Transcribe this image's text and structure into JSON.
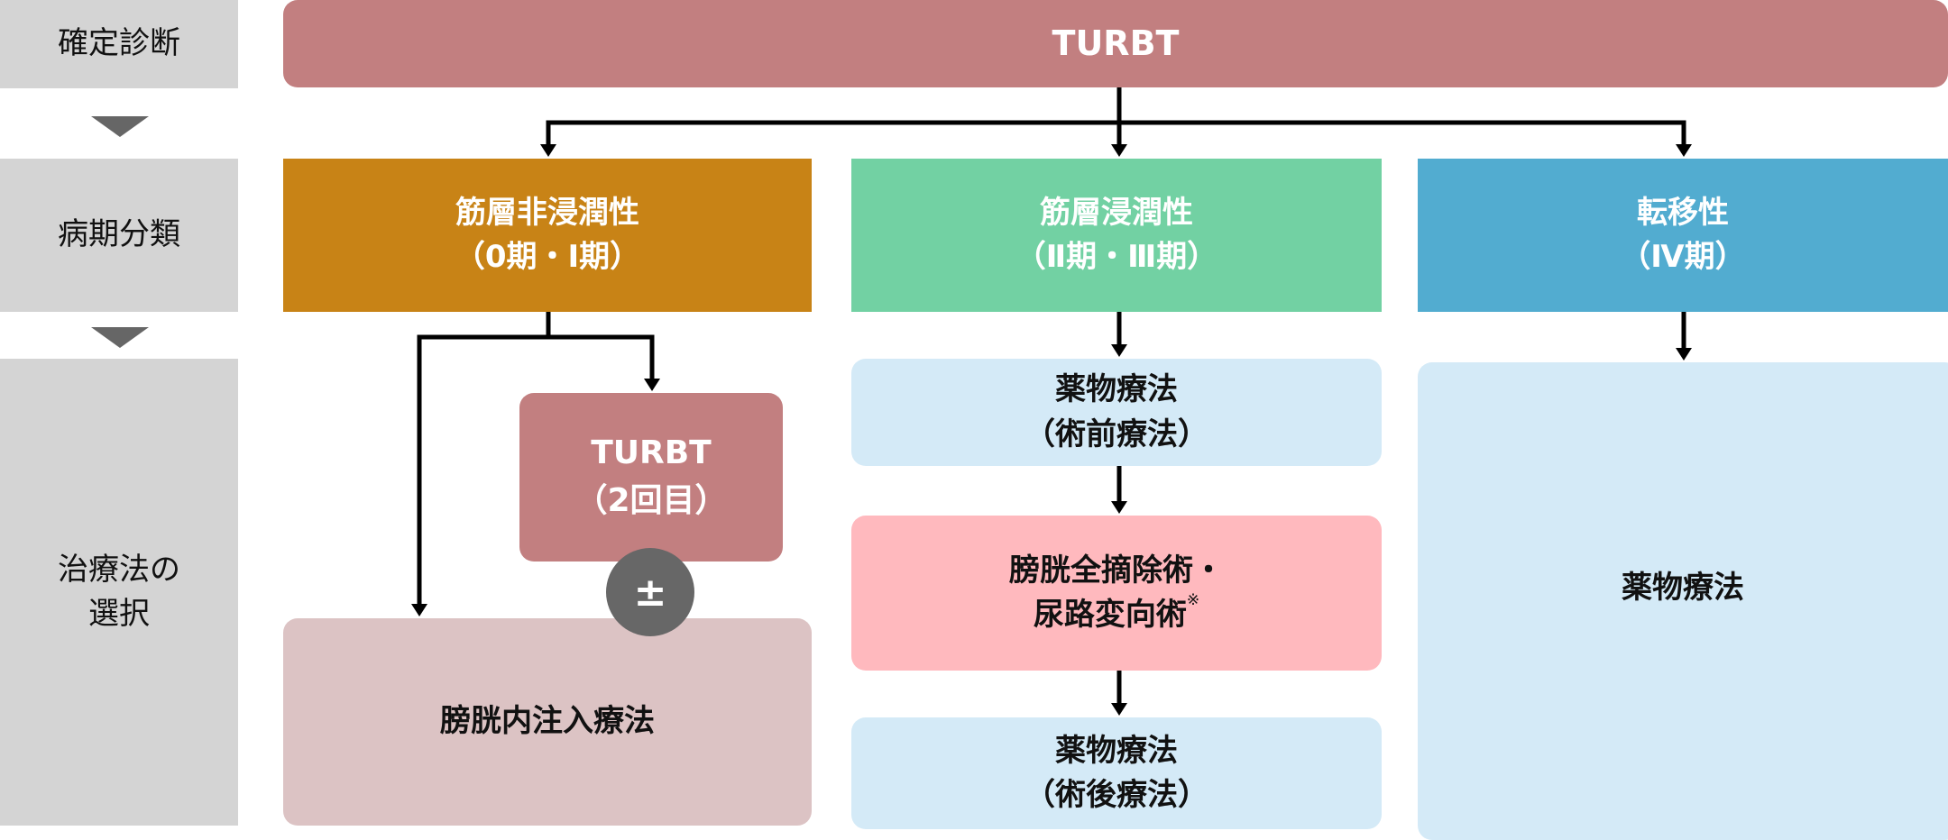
{
  "row_labels": {
    "diagnosis": "確定診断",
    "staging": "病期分類",
    "treatment_line1": "治療法の",
    "treatment_line2": "選択"
  },
  "diagnosis_box": {
    "label": "TURBT"
  },
  "stages": [
    {
      "line1": "筋層非浸潤性",
      "line2": "（0期・Ⅰ期）"
    },
    {
      "line1": "筋層浸潤性",
      "line2": "（Ⅱ期・Ⅲ期）"
    },
    {
      "line1": "転移性",
      "line2": "（Ⅳ期）"
    }
  ],
  "nmibc_treatments": {
    "second_turbt": {
      "line1": "TURBT",
      "line2": "（2回目）"
    },
    "plus_minus": "±",
    "intravesical": "膀胱内注入療法"
  },
  "mibc_treatments": {
    "neoadjuvant": {
      "line1": "薬物療法",
      "line2": "（術前療法）"
    },
    "surgery": {
      "line1": "膀胱全摘除術・",
      "line2": "尿路変向術",
      "footnote_mark": "※"
    },
    "adjuvant": {
      "line1": "薬物療法",
      "line2": "（術後療法）"
    }
  },
  "metastatic_treatment": {
    "label": "薬物療法"
  },
  "colors": {
    "label_bg": "#d4d4d4",
    "turbt": "#c27f80",
    "nmibc": "#c88316",
    "mibc": "#72d1a3",
    "metastatic": "#52acd0",
    "drug_therapy": "#d4eaf7",
    "surgery": "#ffb9be",
    "intravesical": "#dcc3c4",
    "plus_minus": "#676767",
    "arrow": "#000000"
  }
}
